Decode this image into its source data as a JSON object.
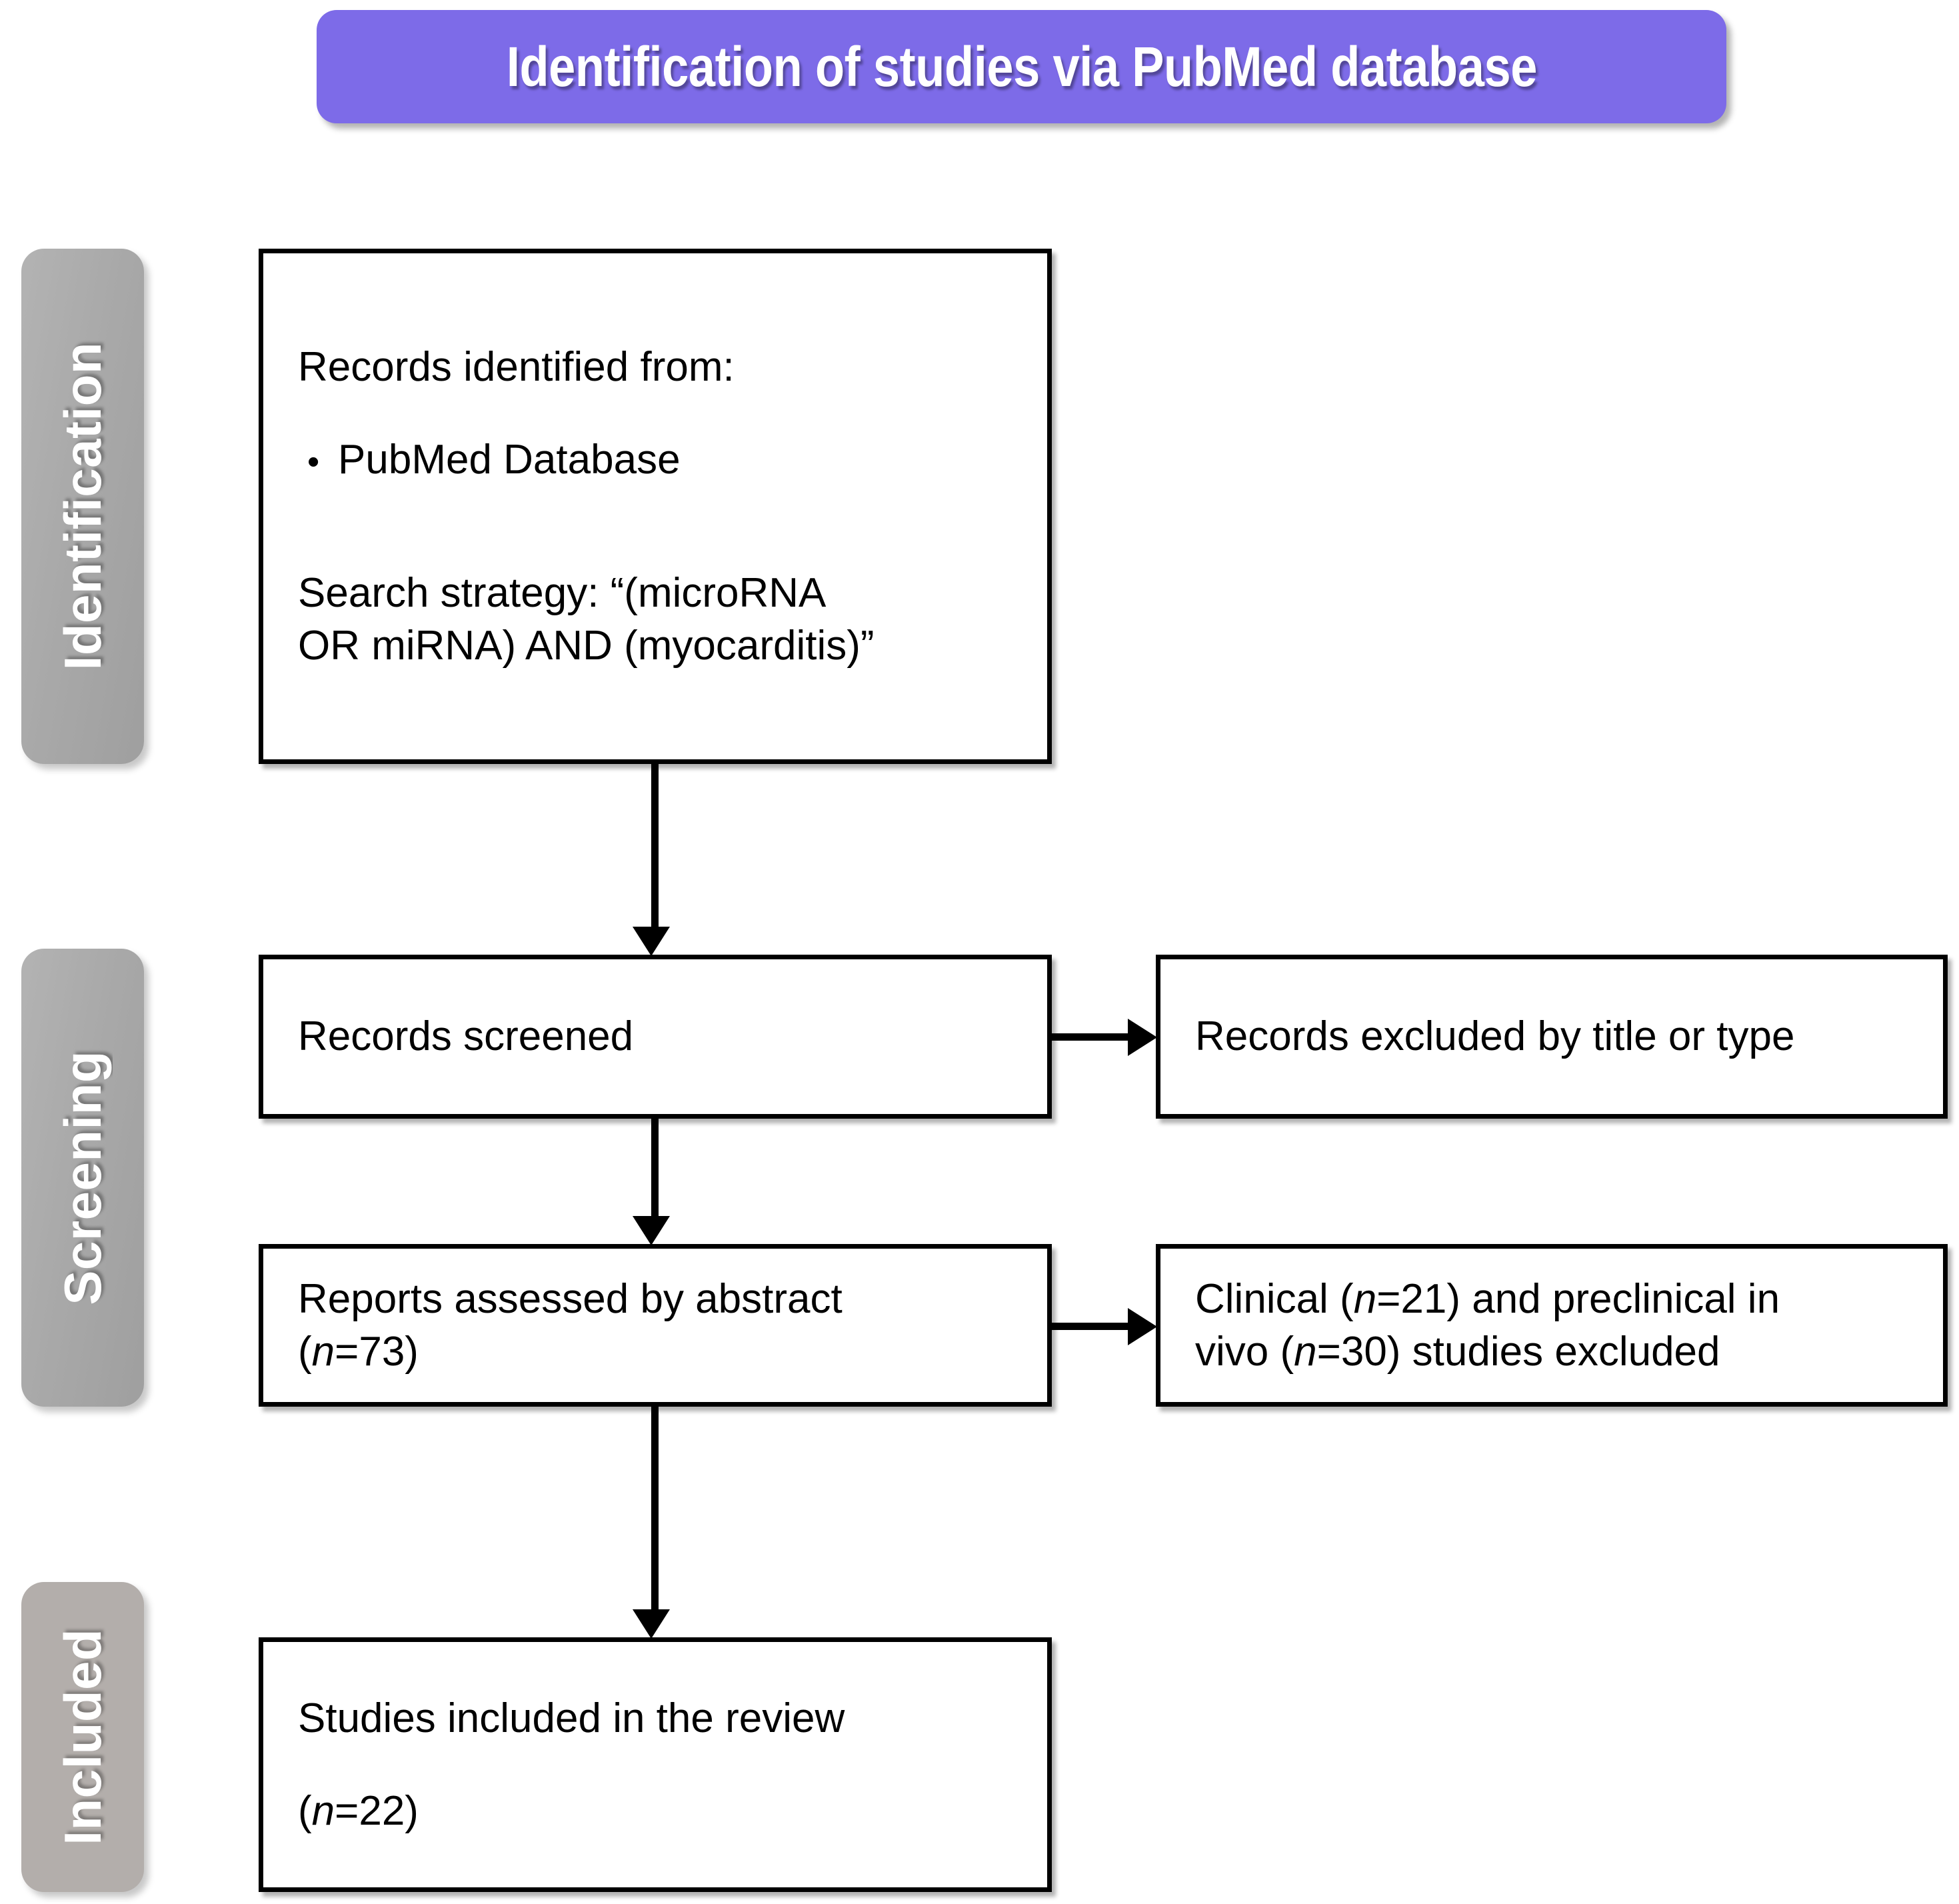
{
  "header": {
    "title": "Identification of studies via PubMed database",
    "background_color": "#7d6be8",
    "text_color": "#ffffff"
  },
  "stages": [
    {
      "id": "identification",
      "label": "Identification",
      "color": "#a9a9a9"
    },
    {
      "id": "screening",
      "label": "Screening",
      "color": "#a9a9a9"
    },
    {
      "id": "included",
      "label": "Included",
      "color": "#b3aeab"
    }
  ],
  "boxes": {
    "identified": {
      "heading": "Records identified from:",
      "bullet_marker": "•",
      "bullet_item": "PubMed Database",
      "search_line_1": "Search strategy: “(microRNA",
      "search_line_2": "OR miRNA) AND (myocarditis)”"
    },
    "screened": {
      "label": "Records screened"
    },
    "excluded_title_or_type": {
      "label": "Records excluded by title or type"
    },
    "assessed": {
      "line_1": "Reports assessed by abstract",
      "line_2_prefix": "(",
      "line_2_italic": "n",
      "line_2_suffix": "=73)"
    },
    "excluded_clinical_preclinical": {
      "line_1_a": "Clinical (",
      "line_1_italic": "n",
      "line_1_b": "=21) and preclinical in",
      "line_2_a": "vivo (",
      "line_2_italic": "n",
      "line_2_b": "=30) studies excluded"
    },
    "included": {
      "line_1": "Studies included in the review",
      "line_2_prefix": "(",
      "line_2_italic": "n",
      "line_2_suffix": "=22)"
    }
  },
  "chart_data": {
    "type": "table",
    "title": "Identification of studies via PubMed database",
    "description": "PRISMA study-selection flow diagram",
    "stages": [
      "Identification",
      "Screening",
      "Included"
    ],
    "nodes": [
      {
        "stage": "Identification",
        "label": "Records identified from: PubMed Database",
        "n": null
      },
      {
        "stage": "Screening",
        "label": "Records screened",
        "n": null
      },
      {
        "stage": "Screening",
        "label": "Records excluded by title or type",
        "n": null
      },
      {
        "stage": "Screening",
        "label": "Reports assessed by abstract",
        "n": 73
      },
      {
        "stage": "Screening",
        "label": "Clinical studies excluded",
        "n": 21
      },
      {
        "stage": "Screening",
        "label": "Preclinical in vivo studies excluded",
        "n": 30
      },
      {
        "stage": "Included",
        "label": "Studies included in the review",
        "n": 22
      }
    ],
    "edges": [
      {
        "from": "Records identified from: PubMed Database",
        "to": "Records screened"
      },
      {
        "from": "Records screened",
        "to": "Records excluded by title or type"
      },
      {
        "from": "Records screened",
        "to": "Reports assessed by abstract"
      },
      {
        "from": "Reports assessed by abstract",
        "to": "Clinical and preclinical in vivo studies excluded"
      },
      {
        "from": "Reports assessed by abstract",
        "to": "Studies included in the review"
      }
    ]
  }
}
